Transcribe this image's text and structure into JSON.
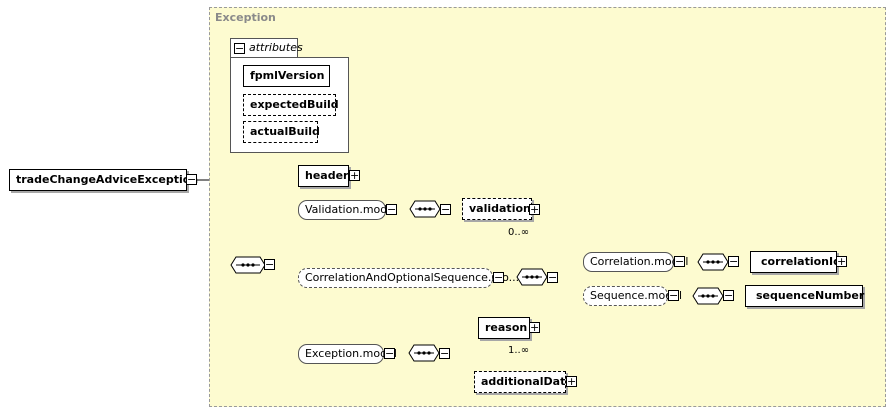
{
  "root": {
    "name": "tradeChangeAdviceException"
  },
  "complex_type": {
    "title": "Exception"
  },
  "attributes": {
    "label": "attributes",
    "items": [
      {
        "name": "fpmlVersion",
        "optional": false
      },
      {
        "name": "expectedBuild",
        "optional": true
      },
      {
        "name": "actualBuild",
        "optional": true
      }
    ]
  },
  "elements": {
    "header": "header",
    "validation": "validation",
    "validation_card": "0..∞",
    "correlation_id": "correlationId",
    "sequence_number": "sequenceNumber",
    "reason": "reason",
    "reason_card": "1..∞",
    "additional_data": "additionalData"
  },
  "groups": {
    "validation_model": "Validation.model",
    "correlation_opt_seq": "CorrelationAndOptionalSequence.mo...",
    "correlation_model": "Correlation.model",
    "sequence_model": "Sequence.model",
    "exception_model": "Exception.model"
  },
  "symbols": {
    "minus": "−",
    "plus": "+"
  }
}
